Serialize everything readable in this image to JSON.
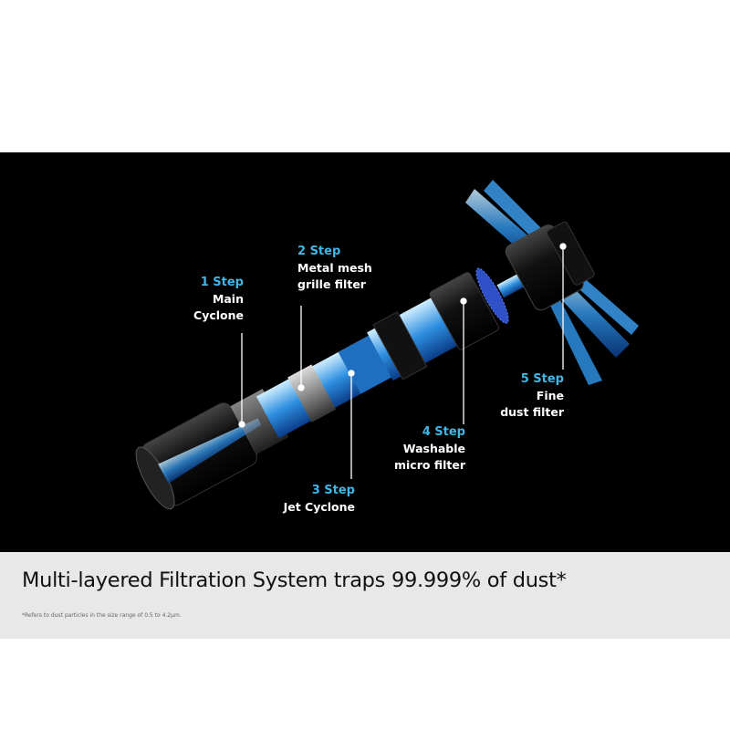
{
  "steps": [
    {
      "step": "1 Step",
      "name": [
        "Main",
        "Cyclone"
      ]
    },
    {
      "step": "2 Step",
      "name": [
        "Metal mesh",
        "grille filter"
      ]
    },
    {
      "step": "3 Step",
      "name": [
        "Jet Cyclone"
      ]
    },
    {
      "step": "4 Step",
      "name": [
        "Washable",
        "micro filter"
      ]
    },
    {
      "step": "5 Step",
      "name": [
        "Fine",
        "dust filter"
      ]
    }
  ],
  "headline": "Multi-layered Filtration System traps 99.999% of dust*",
  "footnote": "*Refers to dust particles in the size range of 0.5 to 4.2µm.",
  "colors": {
    "accent": "#3fb6e6",
    "airflow": "#2e8fe0",
    "band": "#e8e8e8"
  }
}
